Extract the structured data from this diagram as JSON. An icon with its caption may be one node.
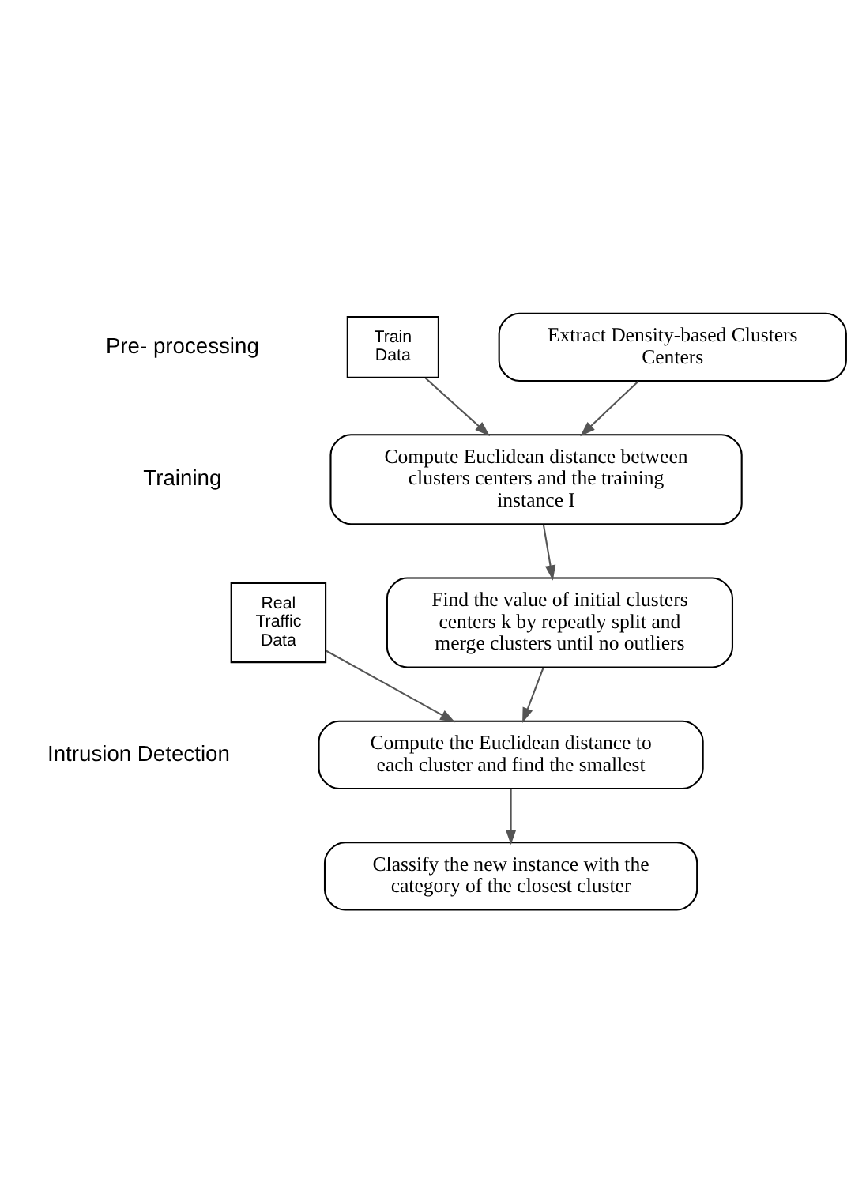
{
  "diagram": {
    "nodes": [
      {
        "text": [
          "Extract Density-based Clusters Centers"
        ]
      },
      {
        "text": [
          "Train Data"
        ]
      },
      {
        "text": [
          "Compute Euclidean distance between clusters centers and the training instance I"
        ]
      },
      {
        "text": [
          "Find the value of initial clusters centers k by repeatly split and merge clusters until no outliers"
        ]
      },
      {
        "text": [
          "Real Traffic Data"
        ]
      },
      {
        "text": [
          "Compute the Euclidean distance to each cluster and find the smallest"
        ]
      },
      {
        "text": [
          "Classify the new instance with the category of the closest cluster"
        ]
      }
    ],
    "edges": [
      {
        "from": 0,
        "to": 2,
        "arrow": "to"
      },
      {
        "from": 1,
        "to": 2,
        "arrow": "to"
      },
      {
        "from": 2,
        "to": 3,
        "arrow": "to"
      },
      {
        "from": 3,
        "to": 5,
        "arrow": "to"
      },
      {
        "from": 4,
        "to": 5,
        "arrow": "to"
      },
      {
        "from": 5,
        "to": 6,
        "arrow": "to"
      }
    ],
    "labels": [
      "Pre- processing",
      "Training",
      "Intrusion Detection"
    ]
  }
}
